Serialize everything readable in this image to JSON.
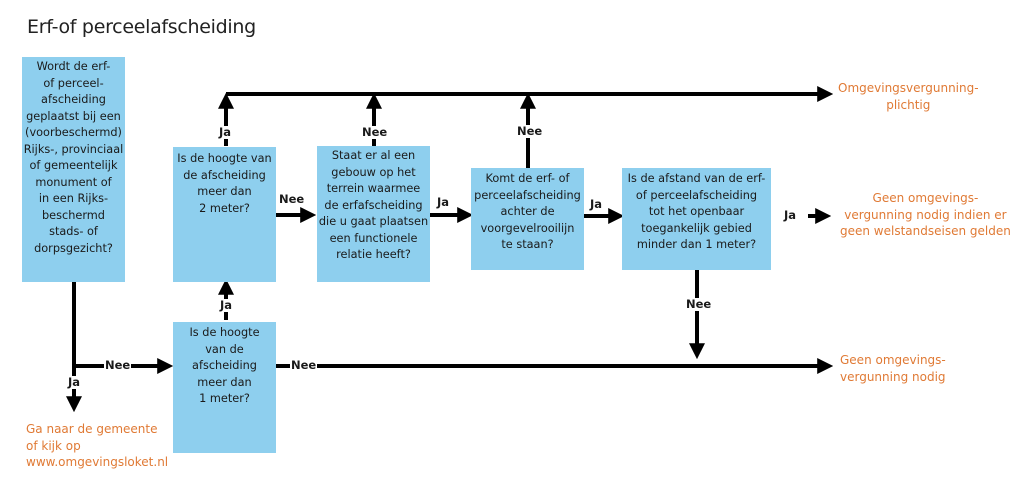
{
  "title": "Erf-of perceelafscheiding",
  "questions": {
    "monument": "Wordt de erf-\nof perceel-\nafscheiding\ngeplaatst bij een\n(voorbeschermd)\nRijks-, provinciaal\nof gemeentelijk\nmonument of\nin een Rijks-\nbeschermd\nstads- of\ndorpsgezicht?",
    "height2": "Is de hoogte van\nde afscheiding\nmeer dan\n2 meter?",
    "height1": "Is de hoogte\nvan de\nafscheiding\nmeer dan\n1 meter?",
    "building": "Staat er al een\ngebouw op het\nterrein waarmee\nde erfafscheiding\ndie u gaat plaatsen\neen functionele\nrelatie heeft?",
    "behind": "Komt de erf- of\nperceelafscheiding\nachter de\nvoorgevelrooilijn\nte staan?",
    "distance": "Is de afstand van de erf-\nof perceelafscheiding\ntot het openbaar\ntoegankelijk gebied\nminder dan 1 meter?"
  },
  "labels": {
    "ja": "Ja",
    "nee": "Nee"
  },
  "outcomes": {
    "permit_required": "Omgevingsvergunning-\nplichtig",
    "no_permit_welstand": "Geen omgevings-\nvergunning nodig indien er\ngeen welstandseisen gelden",
    "no_permit": "Geen omgevings-\nvergunning nodig",
    "municipality": "Ga naar de gemeente\nof kijk op\nwww.omgevingsloket.nl"
  },
  "colors": {
    "box": "#8ecfee",
    "outcome": "#e07a35",
    "line": "#000000"
  }
}
